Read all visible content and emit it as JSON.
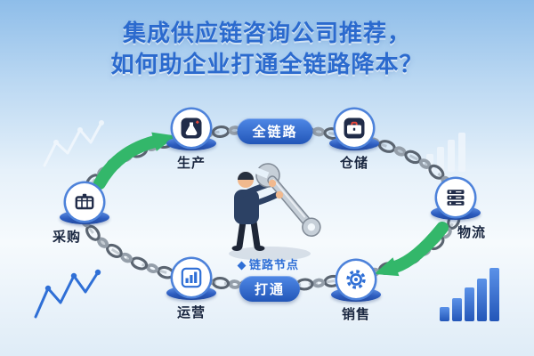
{
  "title": {
    "line1": "集成供应链咨询公司推荐，",
    "line2": "如何助企业打通全链路降本？"
  },
  "badges": {
    "full_chain": "全链路",
    "connect": "打通",
    "chain_node": "链路节点"
  },
  "nodes": [
    {
      "id": "production",
      "label": "生产"
    },
    {
      "id": "warehouse",
      "label": "仓储"
    },
    {
      "id": "logistics",
      "label": "物流"
    },
    {
      "id": "sales",
      "label": "销售"
    },
    {
      "id": "operations",
      "label": "运营"
    },
    {
      "id": "procurement",
      "label": "采购"
    }
  ],
  "colors": {
    "title_blue": "#2b6ace",
    "badge_blue": "#2f6fd6",
    "arrow_green": "#33b76a",
    "label_navy": "#17253f",
    "chain_gray": "#5a6470",
    "accent_red": "#e8483b"
  }
}
